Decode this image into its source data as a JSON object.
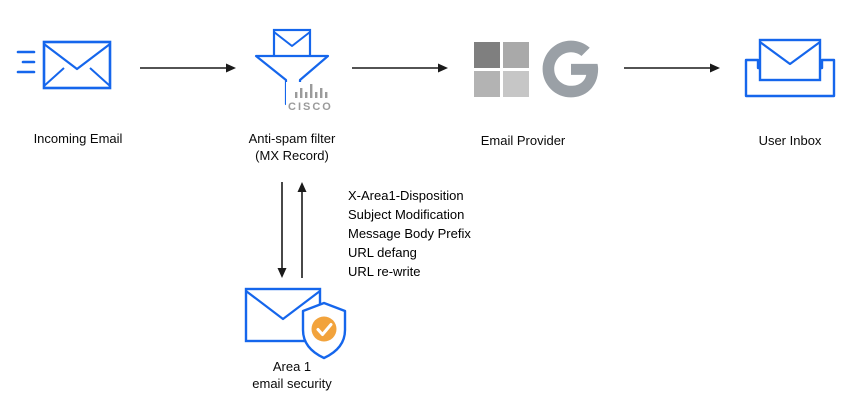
{
  "diagram": {
    "nodes": {
      "incoming": {
        "label": "Incoming Email"
      },
      "antispam": {
        "label_line1": "Anti-spam filter",
        "label_line2": "(MX Record)"
      },
      "provider": {
        "label": "Email Provider"
      },
      "inbox": {
        "label": "User Inbox"
      },
      "area1": {
        "label_line1": "Area 1",
        "label_line2": "email security"
      }
    },
    "cisco_label": "CISCO",
    "annotations": [
      "X-Area1-Disposition",
      "Subject Modification",
      "Message Body Prefix",
      "URL defang",
      "URL re-write"
    ],
    "colors": {
      "envelope_blue": "#1566EC",
      "logo_gray": "#9B9B9B",
      "shield_badge_orange": "#F2A33C",
      "arrow_black": "#1A1A1A"
    }
  }
}
